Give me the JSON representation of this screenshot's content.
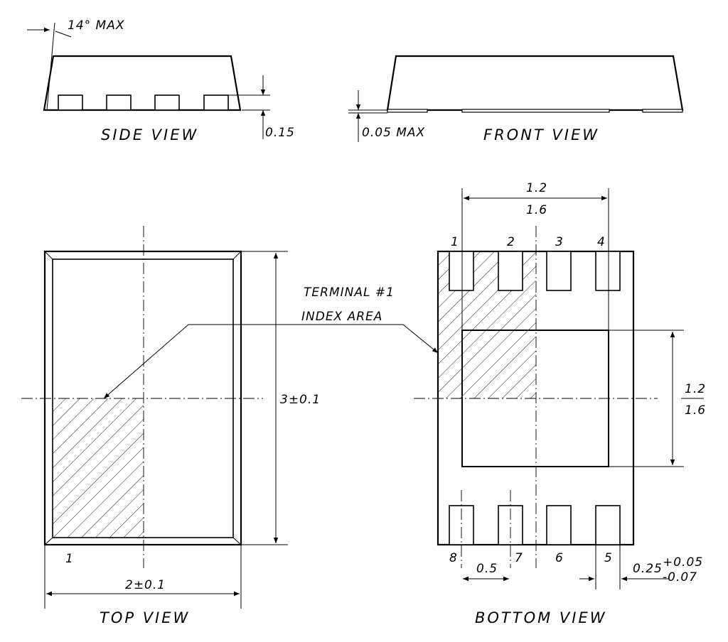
{
  "views": {
    "side": "SIDE VIEW",
    "front": "FRONT VIEW",
    "top": "TOP VIEW",
    "bottom": "BOTTOM VIEW"
  },
  "dimensions": {
    "draft_angle": "14° MAX",
    "pad_height": "0.15",
    "standoff": "0.05 MAX",
    "body_length": "3±0.1",
    "body_width": "2±0.1",
    "epad_w_nom": "1.2",
    "epad_w_max": "1.6",
    "epad_h_nom": "1.2",
    "epad_h_max": "1.6",
    "pitch": "0.5",
    "lead_width": "0.25",
    "lead_tol_plus": "+0.05",
    "lead_tol_minus": "-0.07"
  },
  "callout": {
    "line1": "TERMINAL #1",
    "line2": "INDEX AREA"
  },
  "pins": {
    "top_view_pin1": "1",
    "p1": "1",
    "p2": "2",
    "p3": "3",
    "p4": "4",
    "p5": "5",
    "p6": "6",
    "p7": "7",
    "p8": "8"
  }
}
